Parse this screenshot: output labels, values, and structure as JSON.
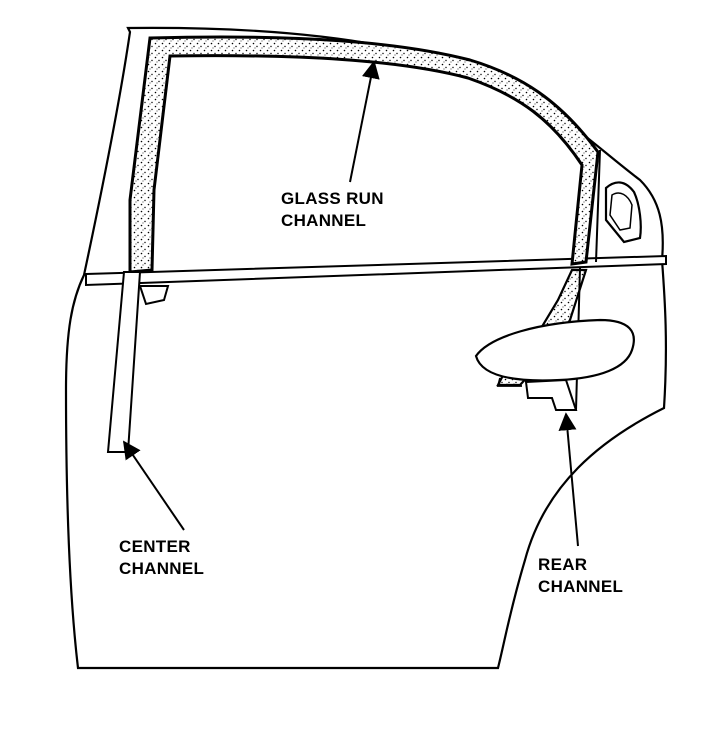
{
  "labels": {
    "glass_run_channel": [
      "GLASS RUN",
      "CHANNEL"
    ],
    "center_channel": [
      "CENTER",
      "CHANNEL"
    ],
    "rear_channel": [
      "REAR",
      "CHANNEL"
    ]
  },
  "colors": {
    "line": "#000000",
    "background": "#ffffff",
    "stipple": "#000000"
  }
}
